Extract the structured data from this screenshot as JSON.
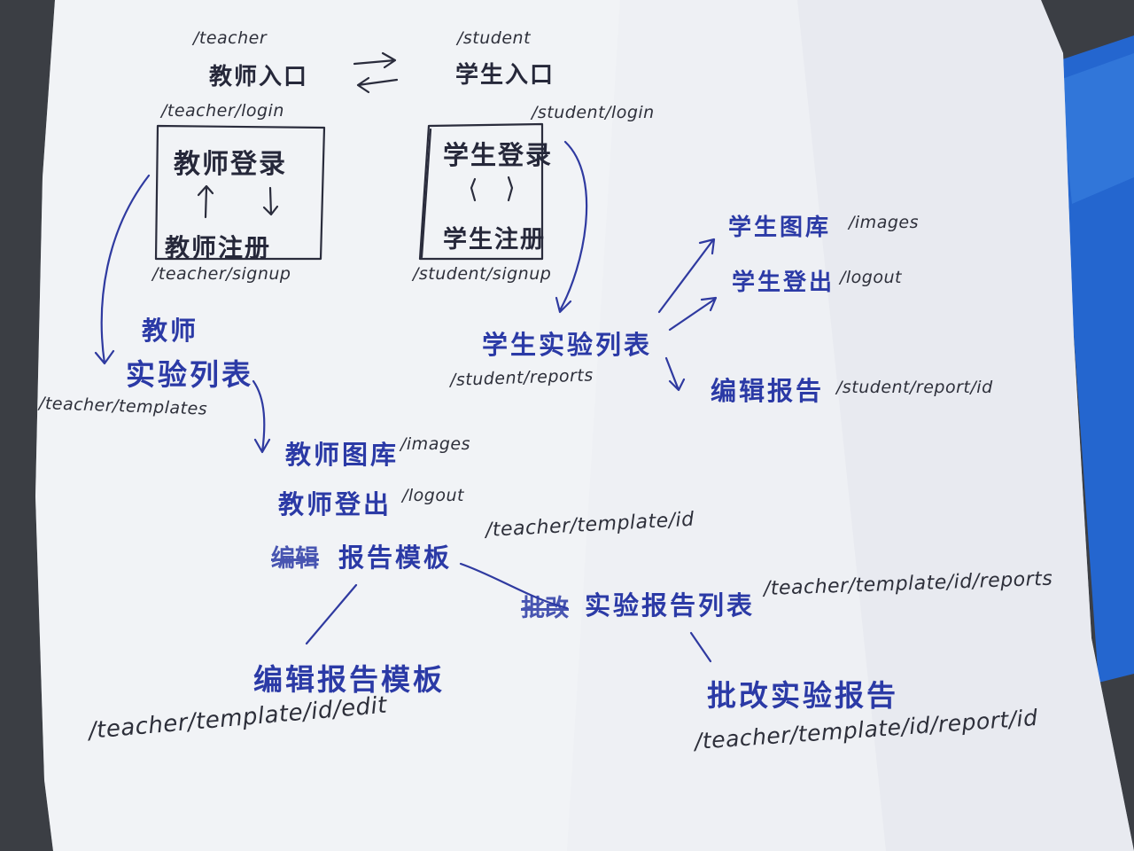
{
  "teacher_entry": {
    "route": "/teacher",
    "label": "教师入口"
  },
  "student_entry": {
    "route": "/student",
    "label": "学生入口"
  },
  "teacher_login": {
    "route": "/teacher/login",
    "login_label": "教师登录",
    "signup_label": "教师注册",
    "signup_route": "/teacher/signup"
  },
  "student_login": {
    "route": "/student/login",
    "login_label": "学生登录",
    "signup_label": "学生注册",
    "signup_route": "/student/signup"
  },
  "teacher_templates": {
    "label_line1": "教师",
    "label_line2": "实验列表",
    "route": "/teacher/templates"
  },
  "student_reports": {
    "label": "学生实验列表",
    "route": "/student/reports"
  },
  "student_images": {
    "label": "学生图库",
    "route": "/images"
  },
  "student_logout": {
    "label": "学生登出",
    "route": "/logout"
  },
  "student_edit_report": {
    "label": "编辑报告",
    "route": "/student/report/id"
  },
  "teacher_images": {
    "label": "教师图库",
    "route": "/images"
  },
  "teacher_logout": {
    "label": "教师登出",
    "route": "/logout"
  },
  "report_template": {
    "struck": "编辑",
    "label": "报告模板",
    "route": "/teacher/template/id"
  },
  "report_list": {
    "struck": "批改",
    "label": "实验报告列表",
    "route": "/teacher/template/id/reports"
  },
  "edit_template": {
    "label": "编辑报告模板",
    "route": "/teacher/template/id/edit"
  },
  "grade_report": {
    "label": "批改实验报告",
    "route": "/teacher/template/id/report/id"
  },
  "colors": {
    "paper": "#f2f3f6",
    "blue_ink": "#2b3aa6",
    "black_ink": "#26283a",
    "folder_blue": "#1f5fc4"
  }
}
